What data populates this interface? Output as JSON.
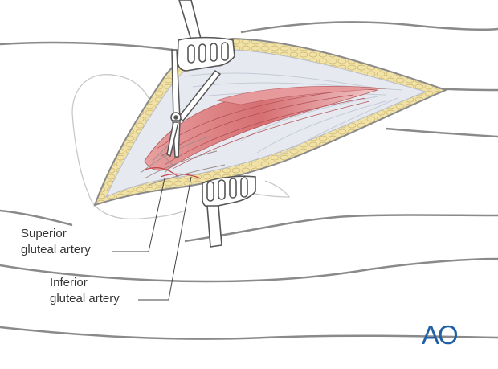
{
  "labels": {
    "superior_line1": "Superior",
    "superior_line2": "gluteal artery",
    "inferior_line1": "Inferior",
    "inferior_line2": "gluteal artery"
  },
  "logo": {
    "text": "AO",
    "color": "#1f5fa8"
  },
  "colors": {
    "outline": "#8a8a8a",
    "fat_layer": "#eedc9c",
    "muscle": "#d9787a",
    "fascia": "#dfe4ec",
    "instrument": "#ffffff",
    "instrument_stroke": "#555555",
    "leader_line": "#444444"
  }
}
